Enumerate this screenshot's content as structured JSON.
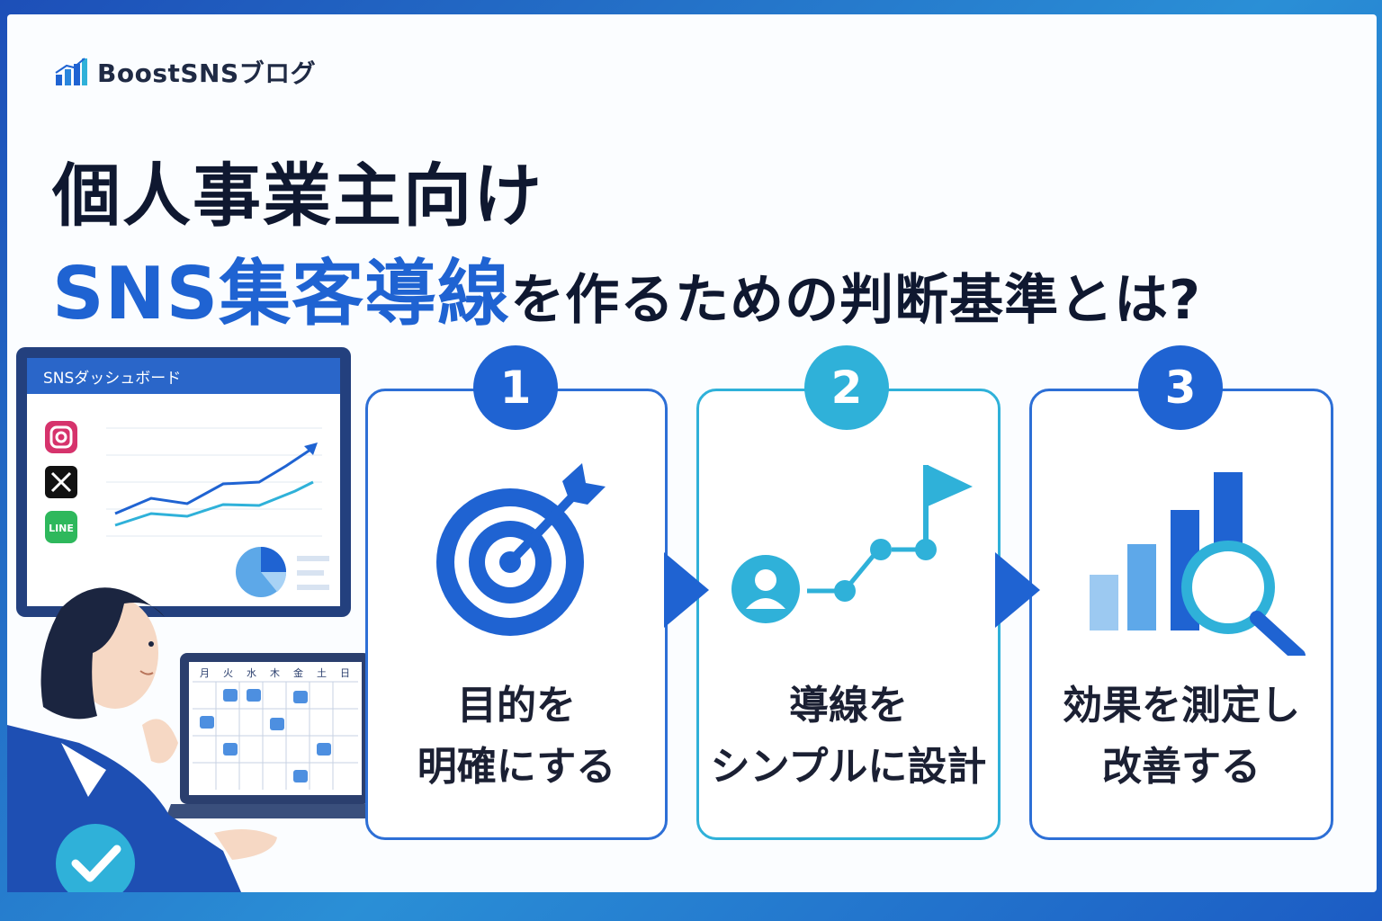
{
  "brand": {
    "name": "BoostSNSブログ"
  },
  "headline": {
    "line1": "個人事業主向け",
    "line2_highlight": "SNS集客導線",
    "line2_rest": "を作るための判断基準とは?"
  },
  "illustration": {
    "dashboard_title": "SNSダッシュボード",
    "social_icons": [
      "instagram-icon",
      "x-icon",
      "line-icon"
    ],
    "line_badge": "LINE",
    "calendar_days": [
      "月",
      "火",
      "水",
      "木",
      "金",
      "土",
      "日"
    ]
  },
  "steps": [
    {
      "number": "1",
      "line1": "目的を",
      "line2": "明確にする",
      "icon": "target-icon"
    },
    {
      "number": "2",
      "line1": "導線を",
      "line2": "シンプルに設計",
      "icon": "path-flag-icon"
    },
    {
      "number": "3",
      "line1": "効果を測定し",
      "line2": "改善する",
      "icon": "bar-chart-magnifier-icon"
    }
  ],
  "colors": {
    "primary": "#1f63d2",
    "teal": "#2fb1d9",
    "dark": "#0f1830"
  }
}
